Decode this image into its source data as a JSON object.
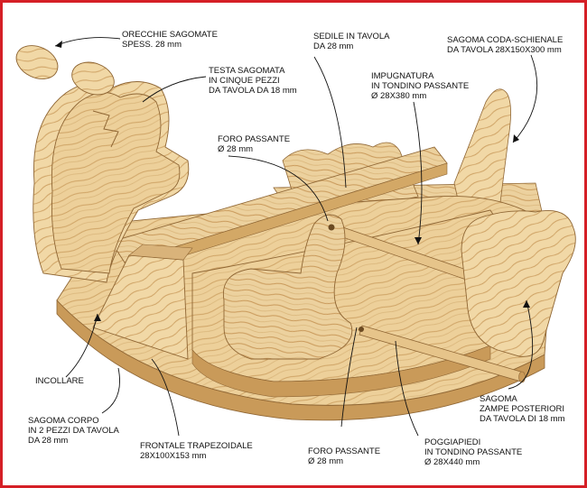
{
  "colors": {
    "frame": "#d51f26",
    "wood_light": "#f2d9a8",
    "wood_mid": "#e3bf83",
    "wood_dark": "#c99a59",
    "grain": "#b98a4c",
    "shadow": "#a57942",
    "leader": "#111111"
  },
  "labels": {
    "ears": {
      "line1": "ORECCHIE SAGOMATE",
      "line2": "SPESS. 28 mm"
    },
    "head": {
      "line1": "TESTA SAGOMATA",
      "line2": "IN CINQUE PEZZI",
      "line3": "DA TAVOLA DA 18 mm"
    },
    "seat": {
      "line1": "SEDILE IN TAVOLA",
      "line2": "DA 28 mm"
    },
    "tail": {
      "line1": "SAGOMA CODA-SCHIENALE",
      "line2": "DA TAVOLA 28X150X300 mm"
    },
    "handle": {
      "line1": "IMPUGNATURA",
      "line2": "IN TONDINO PASSANTE",
      "line3": "Ø 28X380 mm"
    },
    "hole_top": {
      "line1": "FORO PASSANTE",
      "line2": "Ø 28 mm"
    },
    "glue": {
      "line1": "INCOLLARE"
    },
    "body": {
      "line1": "SAGOMA CORPO",
      "line2": "IN 2 PEZZI DA TAVOLA",
      "line3": "DA 28 mm"
    },
    "front": {
      "line1": "FRONTALE TRAPEZOIDALE",
      "line2": "28X100X153 mm"
    },
    "hole_bottom": {
      "line1": "FORO PASSANTE",
      "line2": "Ø 28 mm"
    },
    "footrest": {
      "line1": "POGGIAPIEDI",
      "line2": "IN TONDINO PASSANTE",
      "line3": "Ø 28X440 mm"
    },
    "legs": {
      "line1": "SAGOMA",
      "line2": "ZAMPE POSTERIORI",
      "line3": "DA TAVOLA DI 18 mm"
    }
  }
}
